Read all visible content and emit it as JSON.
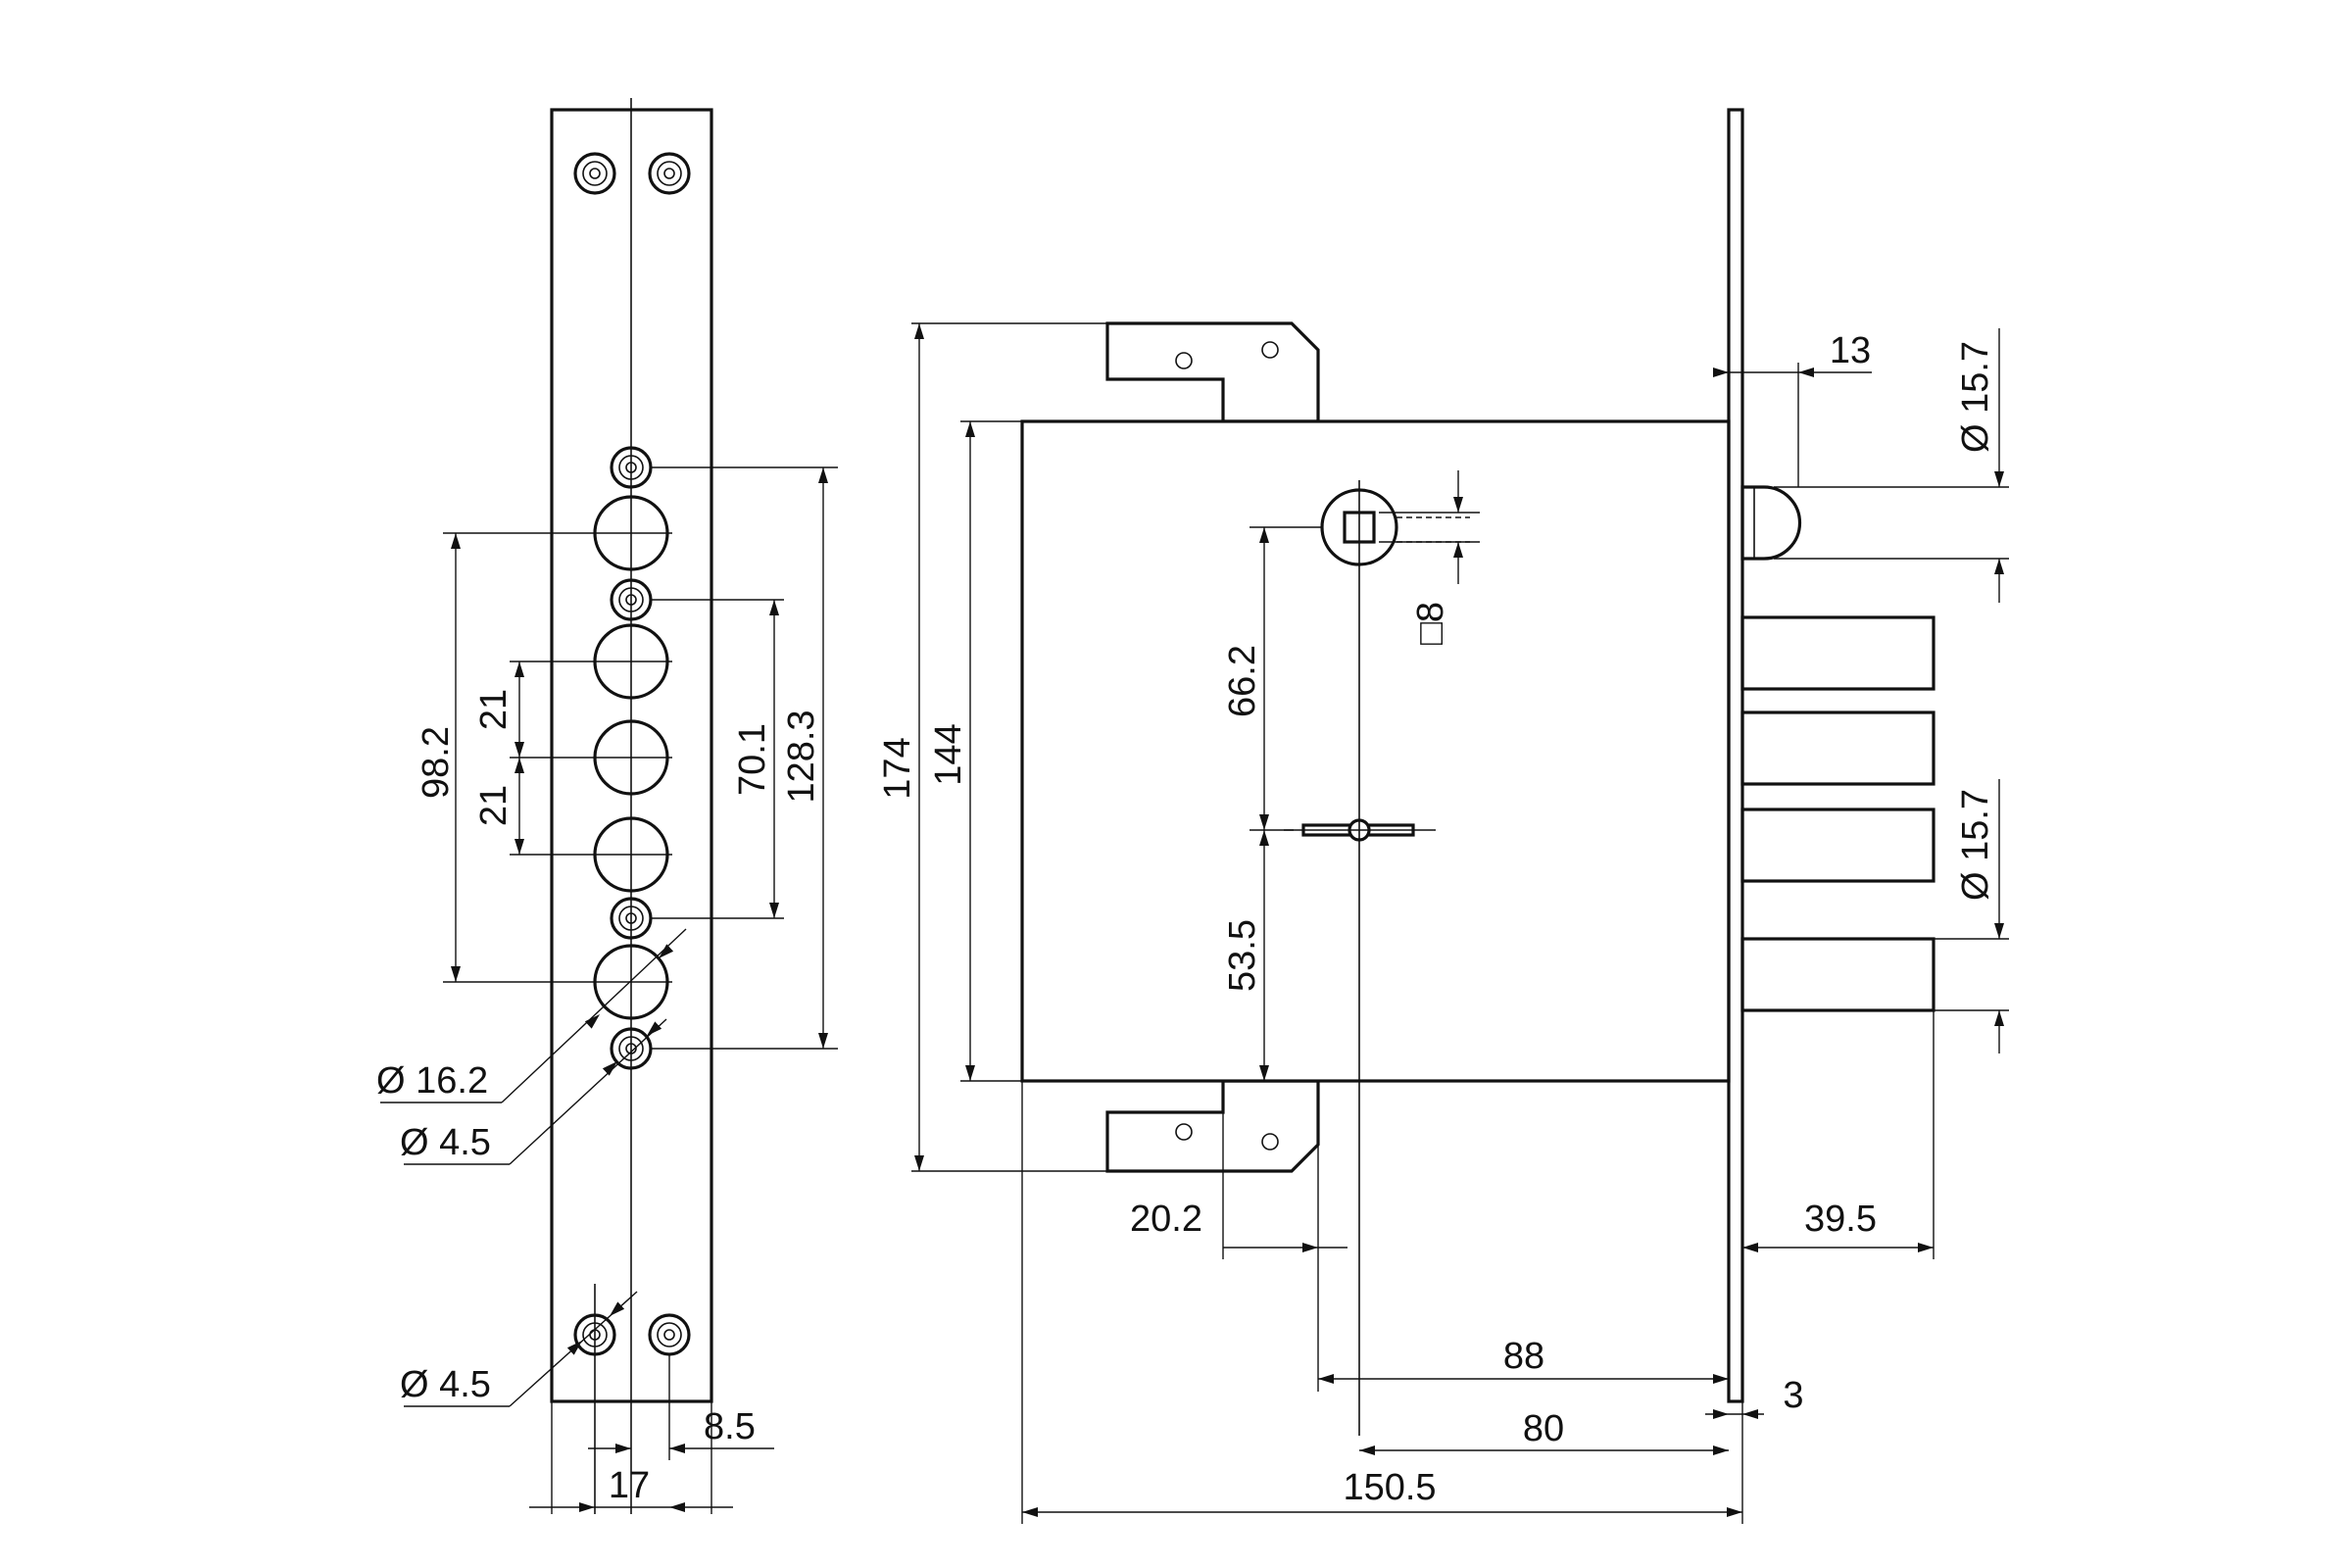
{
  "palette": {
    "line": "#111111",
    "background": "#ffffff"
  },
  "dimensions": {
    "d_98_2": "98.2",
    "d_21_a": "21",
    "d_21_b": "21",
    "d_70_1": "70.1",
    "d_128_3": "128.3",
    "d_dia_16_2": "Ø 16.2",
    "d_dia_4_5_a": "Ø 4.5",
    "d_dia_4_5_b": "Ø 4.5",
    "d_8_5": "8.5",
    "d_17": "17",
    "d_174": "174",
    "d_144": "144",
    "d_66_2": "66.2",
    "d_53_5": "53.5",
    "d_square_8": "□8",
    "d_13": "13",
    "d_dia_15_7_a": "Ø 15.7",
    "d_dia_15_7_b": "Ø 15.7",
    "d_20_2": "20.2",
    "d_39_5": "39.5",
    "d_88": "88",
    "d_80": "80",
    "d_3": "3",
    "d_150_5": "150.5"
  }
}
